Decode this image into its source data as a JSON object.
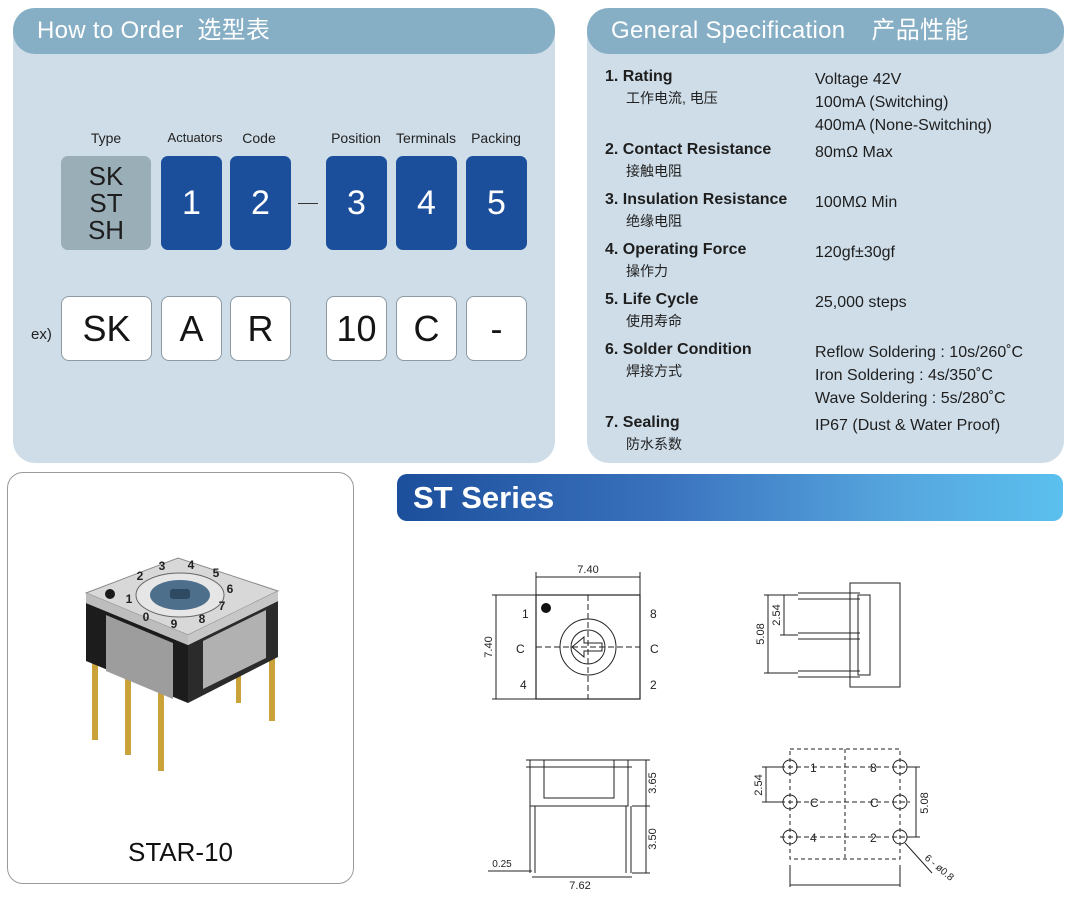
{
  "order": {
    "title": "How to Order",
    "title_cn": "选型表",
    "columns": [
      "Type",
      "Actuators",
      "Code",
      "Position",
      "Terminals",
      "Packing"
    ],
    "type_codes": [
      "SK",
      "ST",
      "SH"
    ],
    "digits": [
      "1",
      "2",
      "3",
      "4",
      "5"
    ],
    "ex_label": "ex)",
    "example": [
      "SK",
      "A",
      "R",
      "10",
      "C",
      "-"
    ]
  },
  "spec": {
    "title": "General Specification",
    "title_cn": "产品性能",
    "items": [
      {
        "title": "1. Rating",
        "cn": "工作电流, 电压",
        "values": [
          "Voltage 42V",
          "100mA (Switching)",
          "400mA (None-Switching)"
        ]
      },
      {
        "title": "2. Contact Resistance",
        "cn": "接触电阻",
        "values": [
          "80mΩ  Max"
        ]
      },
      {
        "title": "3. Insulation Resistance",
        "cn": "绝缘电阻",
        "values": [
          "100MΩ  Min"
        ]
      },
      {
        "title": "4. Operating Force",
        "cn": "操作力",
        "values": [
          "120gf±30gf"
        ]
      },
      {
        "title": "5. Life Cycle",
        "cn": "使用寿命",
        "values": [
          "25,000 steps"
        ]
      },
      {
        "title": "6. Solder Condition",
        "cn": "焊接方式",
        "values": [
          "Reflow Soldering  : 10s/260˚C",
          "Iron Soldering : 4s/350˚C",
          "Wave Soldering : 5s/280˚C"
        ]
      },
      {
        "title": "7. Sealing",
        "cn": "防水系数",
        "values": [
          "IP67 (Dust & Water Proof)"
        ]
      }
    ]
  },
  "product": {
    "caption": "STAR-10",
    "dial_numbers": [
      "2",
      "3",
      "4",
      "5",
      "6",
      "7",
      "8",
      "9",
      "0",
      "1"
    ]
  },
  "series": {
    "title": "ST Series"
  },
  "drawings": {
    "top_width": "7.40",
    "top_height": "7.40",
    "top_corners": [
      "1",
      "8",
      "4",
      "2"
    ],
    "top_c": "C",
    "side_outer": "5.08",
    "side_inner": "2.54",
    "front_top": "3.65",
    "front_pin": "3.50",
    "front_pin_w": "0.25",
    "front_width": "7.62",
    "pcb_pitch": "2.54",
    "pcb_span": "5.08",
    "pcb_holes": "6 - ø0.8",
    "pcb_labels": [
      "1",
      "8",
      "C",
      "C",
      "4",
      "2"
    ]
  }
}
